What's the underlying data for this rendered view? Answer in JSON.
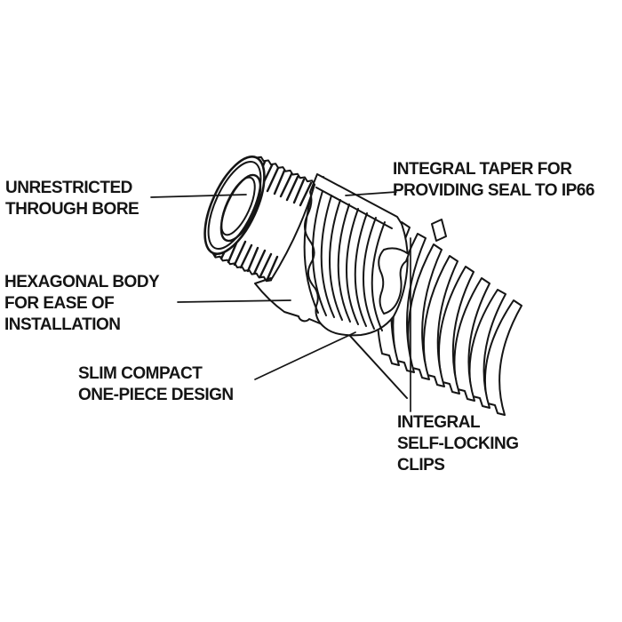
{
  "figure": {
    "labels": {
      "bore": {
        "line1": "UNRESTRICTED",
        "line2": "THROUGH BORE"
      },
      "taper": {
        "line1": "INTEGRAL TAPER FOR",
        "line2": "PROVIDING SEAL TO IP66"
      },
      "hex": {
        "line1": "HEXAGONAL BODY",
        "line2": "FOR EASE OF",
        "line3": "INSTALLATION"
      },
      "slim": {
        "line1": "SLIM COMPACT",
        "line2": "ONE-PIECE DESIGN"
      },
      "clips": {
        "line1": "INTEGRAL",
        "line2": "SELF-LOCKING",
        "line3": "CLIPS"
      }
    },
    "colors": {
      "ink": "#151515",
      "background": "#ffffff"
    }
  }
}
